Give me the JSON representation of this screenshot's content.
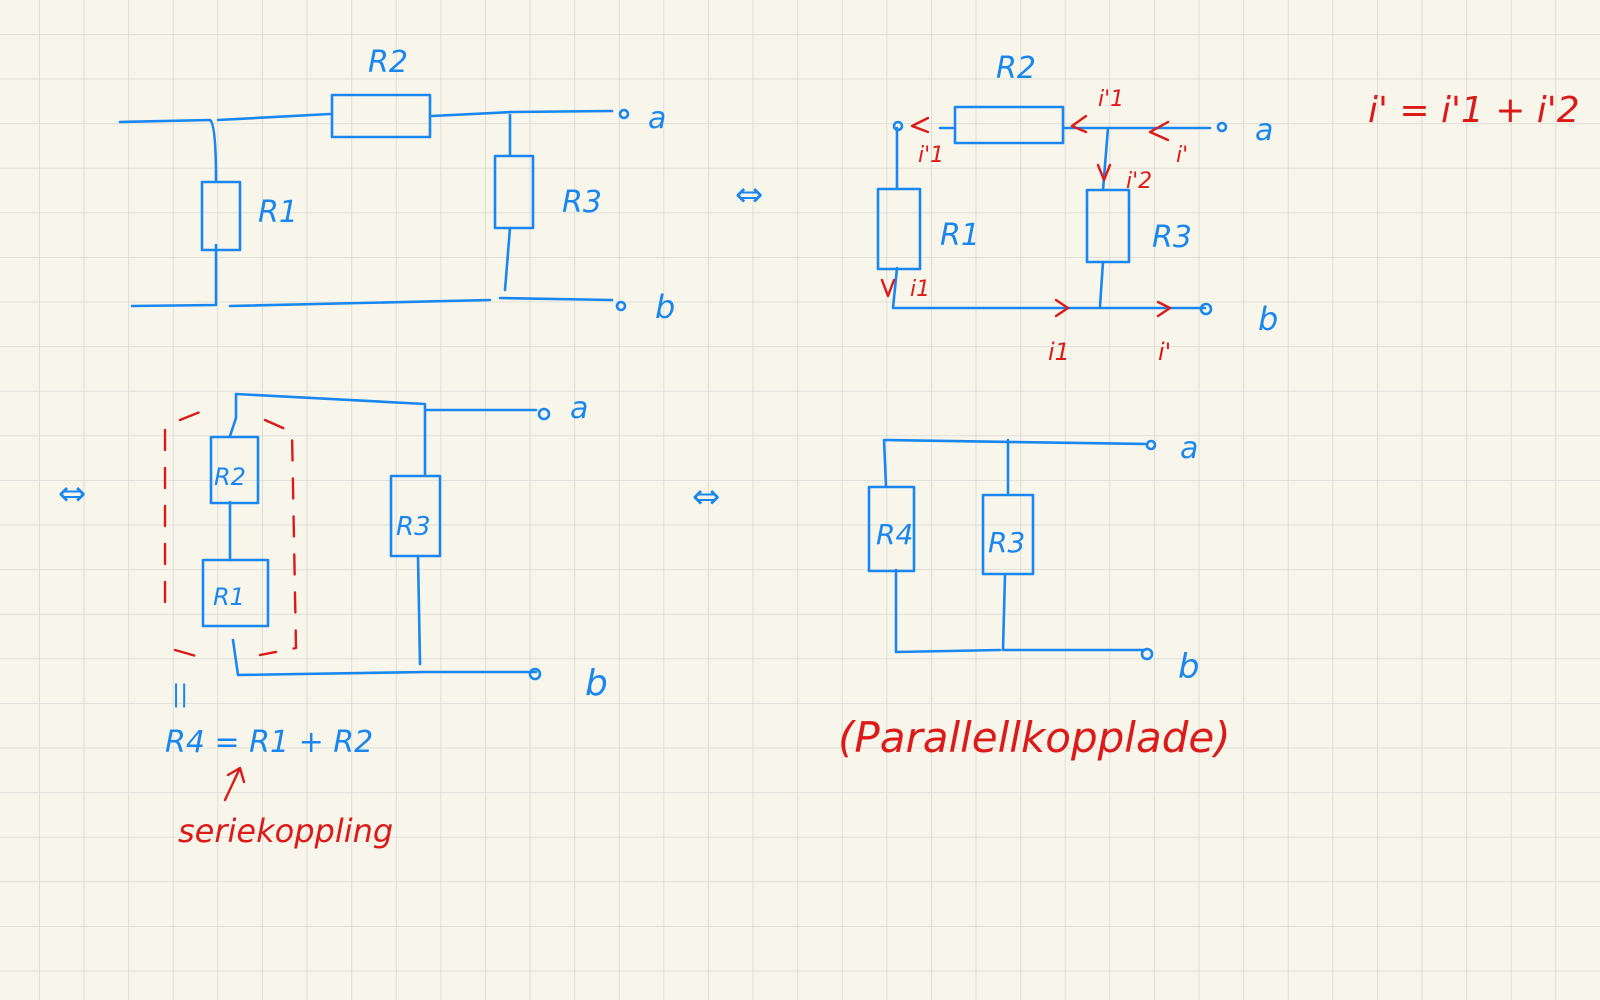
{
  "colors": {
    "background": "#f8f6ea",
    "grid": "#d8d8d4",
    "ink_blue": "#1a86f0",
    "ink_red": "#dc1a1a"
  },
  "circuit1": {
    "r1": "R1",
    "r2": "R2",
    "r3": "R3",
    "a": "a",
    "b": "b"
  },
  "equiv": "⇔",
  "circuit2": {
    "r1": "R1",
    "r2": "R2",
    "r3": "R3",
    "a": "a",
    "b": "b",
    "i1p_top": "i'1",
    "i1p_left": "i'1",
    "i_in": "i'",
    "i2p": "i'2",
    "i1_left": "i1",
    "i1_bottom": "i1",
    "i_bottom": "i'",
    "equation": "i' = i'1 + i'2"
  },
  "circuit3": {
    "r1": "R1",
    "r2": "R2",
    "r3": "R3",
    "a": "a",
    "b": "b",
    "equals_sign": "||",
    "formula": "R4 = R1 + R2",
    "note": "seriekoppling"
  },
  "circuit4": {
    "r4": "R4",
    "r3": "R3",
    "a": "a",
    "b": "b",
    "note": "(Parallellkopplade)"
  }
}
